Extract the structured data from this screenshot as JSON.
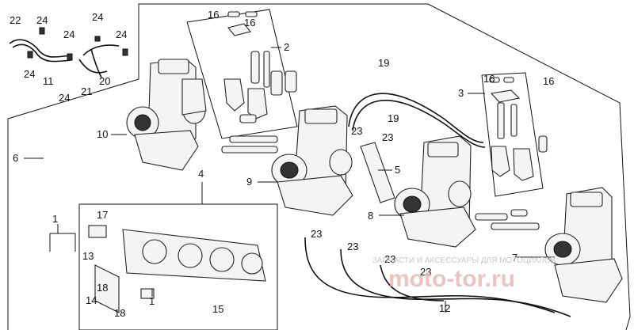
{
  "callouts": {
    "c1a": "1",
    "c1b": "1",
    "c2": "2",
    "c3": "3",
    "c4": "4",
    "c5": "5",
    "c6": "6",
    "c7": "7",
    "c8": "8",
    "c9": "9",
    "c10": "10",
    "c11": "11",
    "c12": "12",
    "c13": "13",
    "c14": "14",
    "c15": "15",
    "c16a": "16",
    "c16b": "16",
    "c16c": "16",
    "c16d": "16",
    "c17": "17",
    "c18a": "18",
    "c18b": "18",
    "c19a": "19",
    "c19b": "19",
    "c20": "20",
    "c21": "21",
    "c22": "22",
    "c23a": "23",
    "c23b": "23",
    "c23c": "23",
    "c23d": "23",
    "c23e": "23",
    "c23f": "23",
    "c24a": "24",
    "c24b": "24",
    "c24c": "24",
    "c24d": "24",
    "c24e": "24",
    "c24f": "24"
  },
  "watermark": {
    "small": "ЗАПЧАСТИ И АКСЕССУАРЫ ДЛЯ МОТОЦИКЛОВ",
    "big": "moto-tor.ru"
  },
  "colors": {
    "line": "#111111",
    "watermark_red": "#e9b3b3",
    "watermark_gray": "#c8c8c8"
  }
}
